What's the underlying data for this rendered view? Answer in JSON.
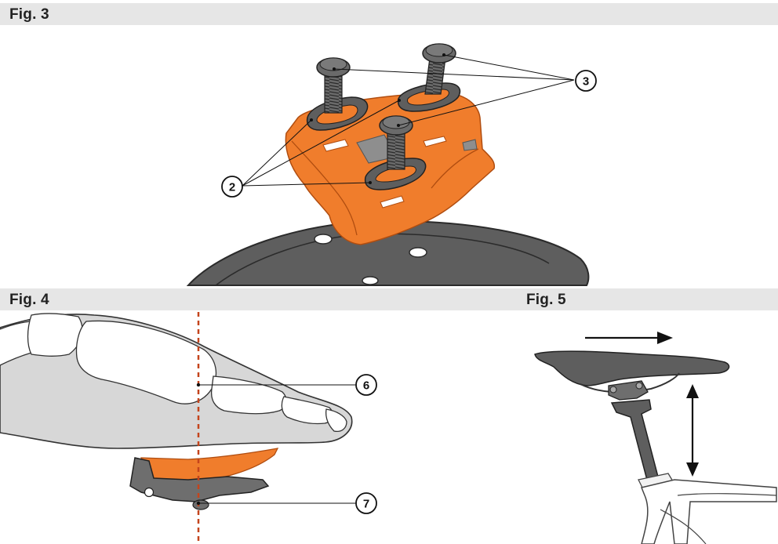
{
  "figures": [
    {
      "label": "Fig. 3",
      "callouts": [
        "3",
        "2"
      ]
    },
    {
      "label": "Fig. 4",
      "callouts": [
        "6",
        "7"
      ]
    },
    {
      "label": "Fig. 5",
      "callouts": []
    }
  ],
  "colors": {
    "cleat_orange": "#f07d2c",
    "shoe_gray": "#5e5e5e",
    "bar_gray": "#e6e6e6",
    "bone_gray": "#d7d7d7",
    "guide_line": "#c4441c"
  },
  "icons": [
    "bolt-icon",
    "washer-icon",
    "arrow-right-icon",
    "arrow-updown-icon"
  ]
}
